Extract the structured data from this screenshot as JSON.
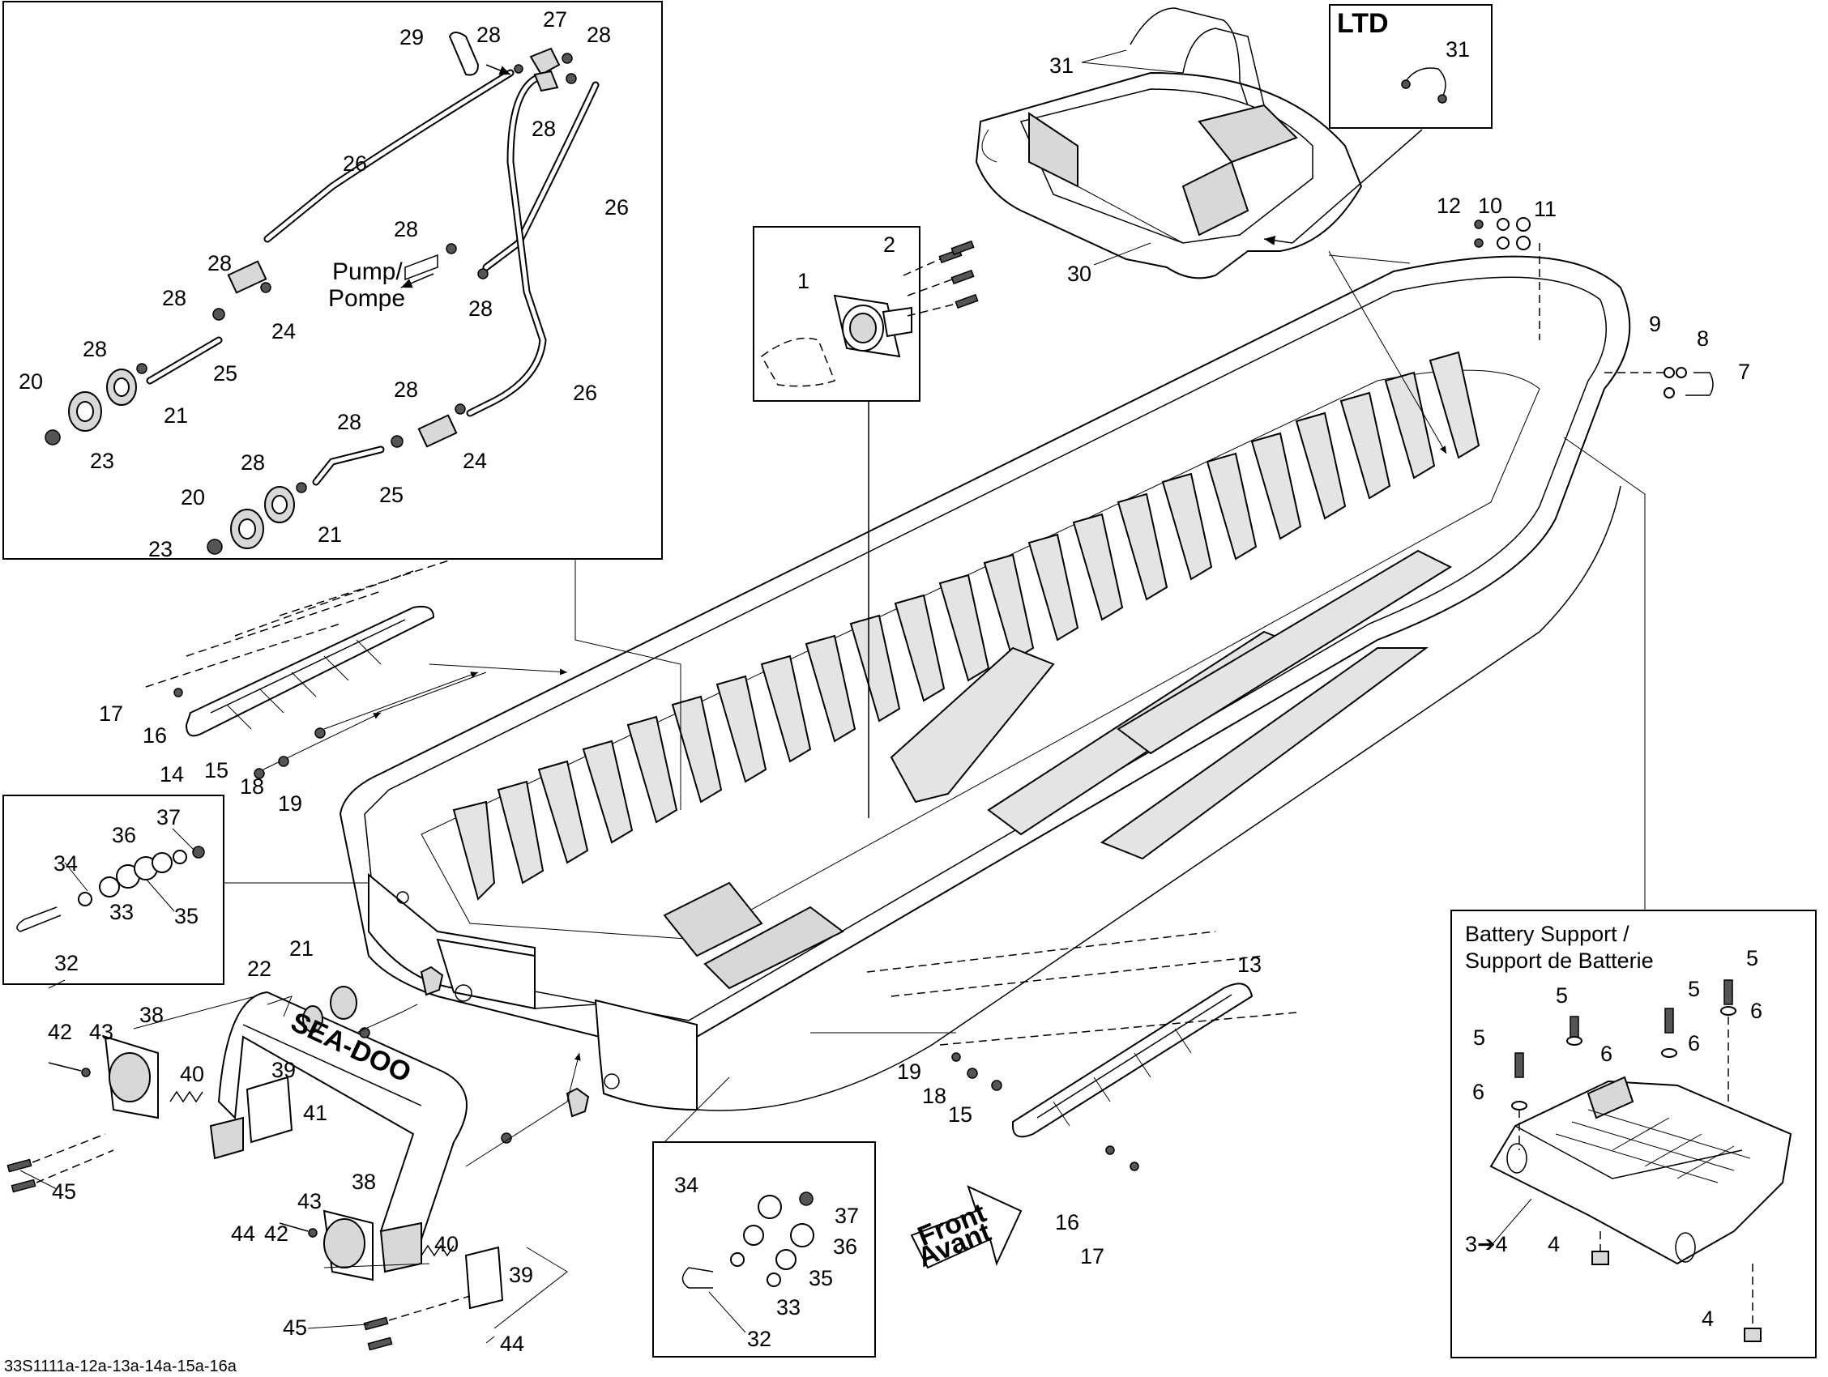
{
  "diagram": {
    "footer_code": "33S1111a-12a-13a-14a-15a-16a",
    "ltd_label": "LTD",
    "pump_label_line1": "Pump/",
    "pump_label_line2": "Pompe",
    "battery_title_line1": "Battery Support /",
    "battery_title_line2": "Support de Batterie",
    "front_line1": "Front",
    "front_line2": "Avant",
    "logo_text": "SEA-DOO",
    "callout_3_4": "3➔4",
    "callouts": {
      "c1": "1",
      "c2": "2",
      "c4a": "4",
      "c4b": "4",
      "c5a": "5",
      "c5b": "5",
      "c5c": "5",
      "c5d": "5",
      "c6a": "6",
      "c6b": "6",
      "c6c": "6",
      "c6d": "6",
      "c7": "7",
      "c8": "8",
      "c9": "9",
      "c10": "10",
      "c11": "11",
      "c12": "12",
      "c13": "13",
      "c14": "14",
      "c15a": "15",
      "c15b": "15",
      "c16a": "16",
      "c16b": "16",
      "c17a": "17",
      "c17b": "17",
      "c18a": "18",
      "c18b": "18",
      "c19a": "19",
      "c19b": "19",
      "c20a": "20",
      "c20b": "20",
      "c21a": "21",
      "c21b": "21",
      "c21c": "21",
      "c22": "22",
      "c23a": "23",
      "c23b": "23",
      "c24a": "24",
      "c24b": "24",
      "c25a": "25",
      "c25b": "25",
      "c26a": "26",
      "c26b": "26",
      "c26c": "26",
      "c27": "27",
      "c28a": "28",
      "c28b": "28",
      "c28c": "28",
      "c28d": "28",
      "c28e": "28",
      "c28f": "28",
      "c28g": "28",
      "c28h": "28",
      "c28i": "28",
      "c28j": "28",
      "c28k": "28",
      "c29": "29",
      "c30": "30",
      "c31a": "31",
      "c31b": "31",
      "c32a": "32",
      "c32b": "32",
      "c33a": "33",
      "c33b": "33",
      "c34a": "34",
      "c34b": "34",
      "c35a": "35",
      "c35b": "35",
      "c36a": "36",
      "c36b": "36",
      "c37a": "37",
      "c37b": "37",
      "c38a": "38",
      "c38b": "38",
      "c39a": "39",
      "c39b": "39",
      "c40a": "40",
      "c40b": "40",
      "c41": "41",
      "c42a": "42",
      "c42b": "42",
      "c43a": "43",
      "c43b": "43",
      "c44a": "44",
      "c44b": "44",
      "c45a": "45",
      "c45b": "45"
    }
  }
}
